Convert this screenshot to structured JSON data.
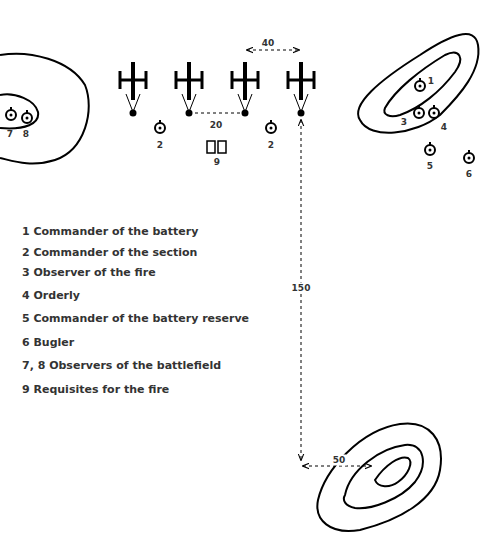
{
  "diagram": {
    "labels": [
      "40",
      "20",
      "2",
      "2",
      "9",
      "1",
      "3",
      "4",
      "5",
      "6",
      "7",
      "8",
      "150",
      "50",
      "1 Commander of the battery",
      "2 Commander of the section",
      "3 Observer of the fire",
      "4 Orderly",
      "5 Commander of the battery reserve",
      "6 Bugler",
      "7, 8 Observers of the battlefield",
      "9 Requisites for the fire"
    ]
  }
}
